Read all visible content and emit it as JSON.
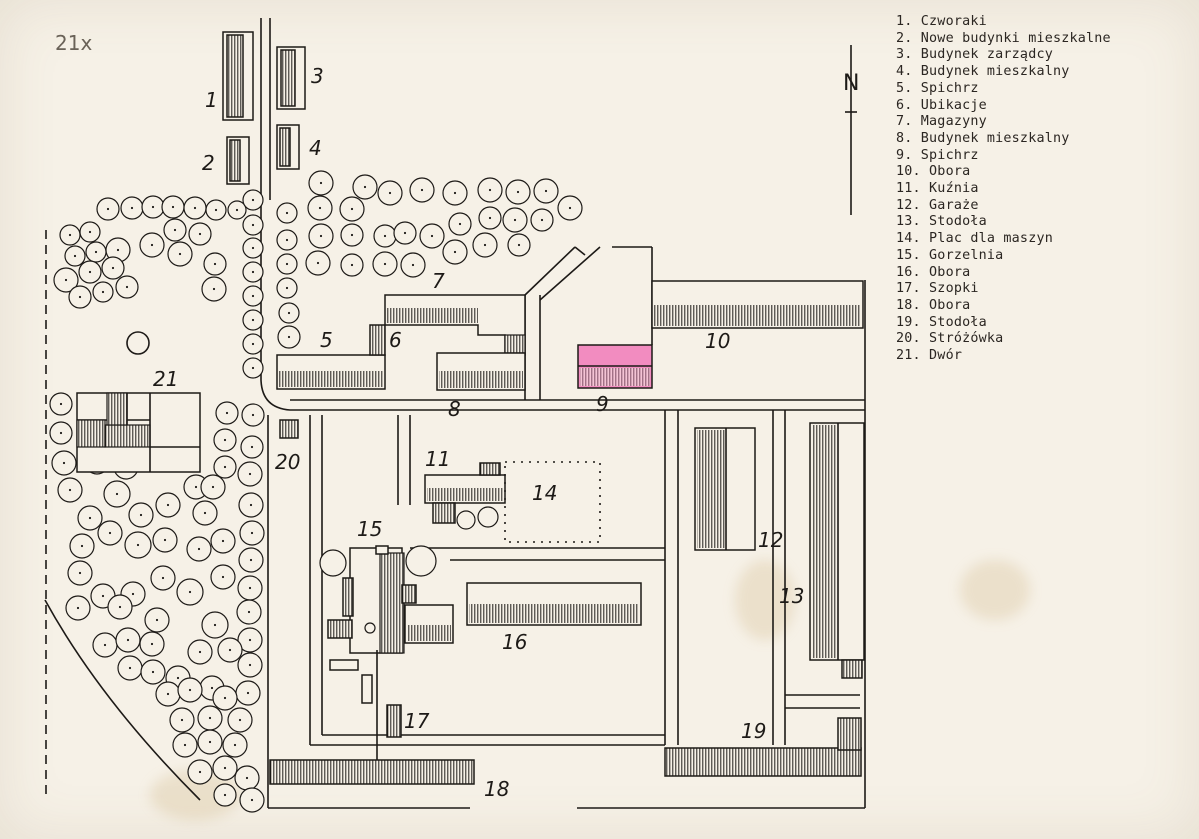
{
  "corner_mark": "21x",
  "north_label": "N",
  "legend": [
    "1. Czworaki",
    "2. Nowe budynki mieszkalne",
    "3. Budynek zarządcy",
    "4. Budynek mieszkalny",
    "5. Spichrz",
    "6. Ubikacje",
    "7. Magazyny",
    "8. Budynek mieszkalny",
    "9. Spichrz",
    "10. Obora",
    "11. Kuźnia",
    "12. Garaże",
    "13. Stodoła",
    "14. Plac dla maszyn",
    "15. Gorzelnia",
    "16. Obora",
    "17. Szopki",
    "18. Obora",
    "19. Stodoła",
    "20. Stróżówka",
    "21. Dwór"
  ],
  "map_labels": {
    "l1": "1",
    "l2": "2",
    "l3": "3",
    "l4": "4",
    "l5": "5",
    "l6": "6",
    "l7": "7",
    "l8": "8",
    "l9": "9",
    "l10": "10",
    "l11": "11",
    "l12": "12",
    "l13": "13",
    "l14": "14",
    "l15": "15",
    "l16": "16",
    "l17": "17",
    "l18": "18",
    "l19": "19",
    "l20": "20",
    "l21": "21"
  },
  "colors": {
    "ink": "#1d1a17",
    "paper": "#f6f1e7",
    "highlight": "#f28cc0"
  }
}
